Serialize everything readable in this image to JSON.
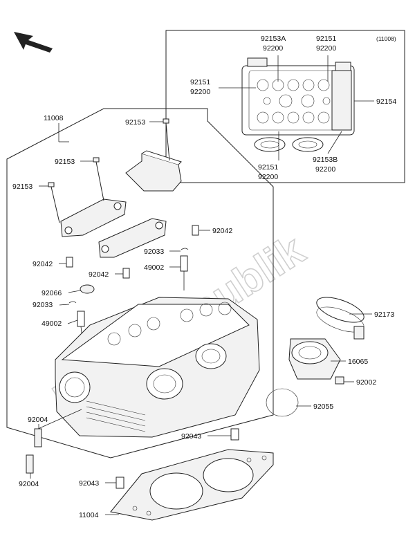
{
  "labels": {
    "l11008": "11008",
    "l11008_inset": "(11008)",
    "l92153a_inset": "92153A",
    "l92200_inset_a": "92200",
    "l92151_inset_a": "92151",
    "l92200_inset_b": "92200",
    "l92151_inset_b": "92151",
    "l92200_inset_c": "92200",
    "l92154": "92154",
    "l92151_inset_c": "92151",
    "l92200_inset_d": "92200",
    "l92153b": "92153B",
    "l92200_inset_e": "92200",
    "l92153_a": "92153",
    "l92153_b": "92153",
    "l92153_c": "92153",
    "l92042_a": "92042",
    "l92042_b": "92042",
    "l92042_c": "92042",
    "l92033_a": "92033",
    "l92033_b": "92033",
    "l49002_a": "49002",
    "l49002_b": "49002",
    "l92066": "92066",
    "l92173": "92173",
    "l16065": "16065",
    "l92002": "92002",
    "l92055": "92055",
    "l92004_a": "92004",
    "l92004_b": "92004",
    "l92043_a": "92043",
    "l92043_b": "92043",
    "l11004": "11004"
  },
  "watermark": "PartsRepublik",
  "icons": {
    "direction_arrow": "arrow-up-left-icon"
  }
}
